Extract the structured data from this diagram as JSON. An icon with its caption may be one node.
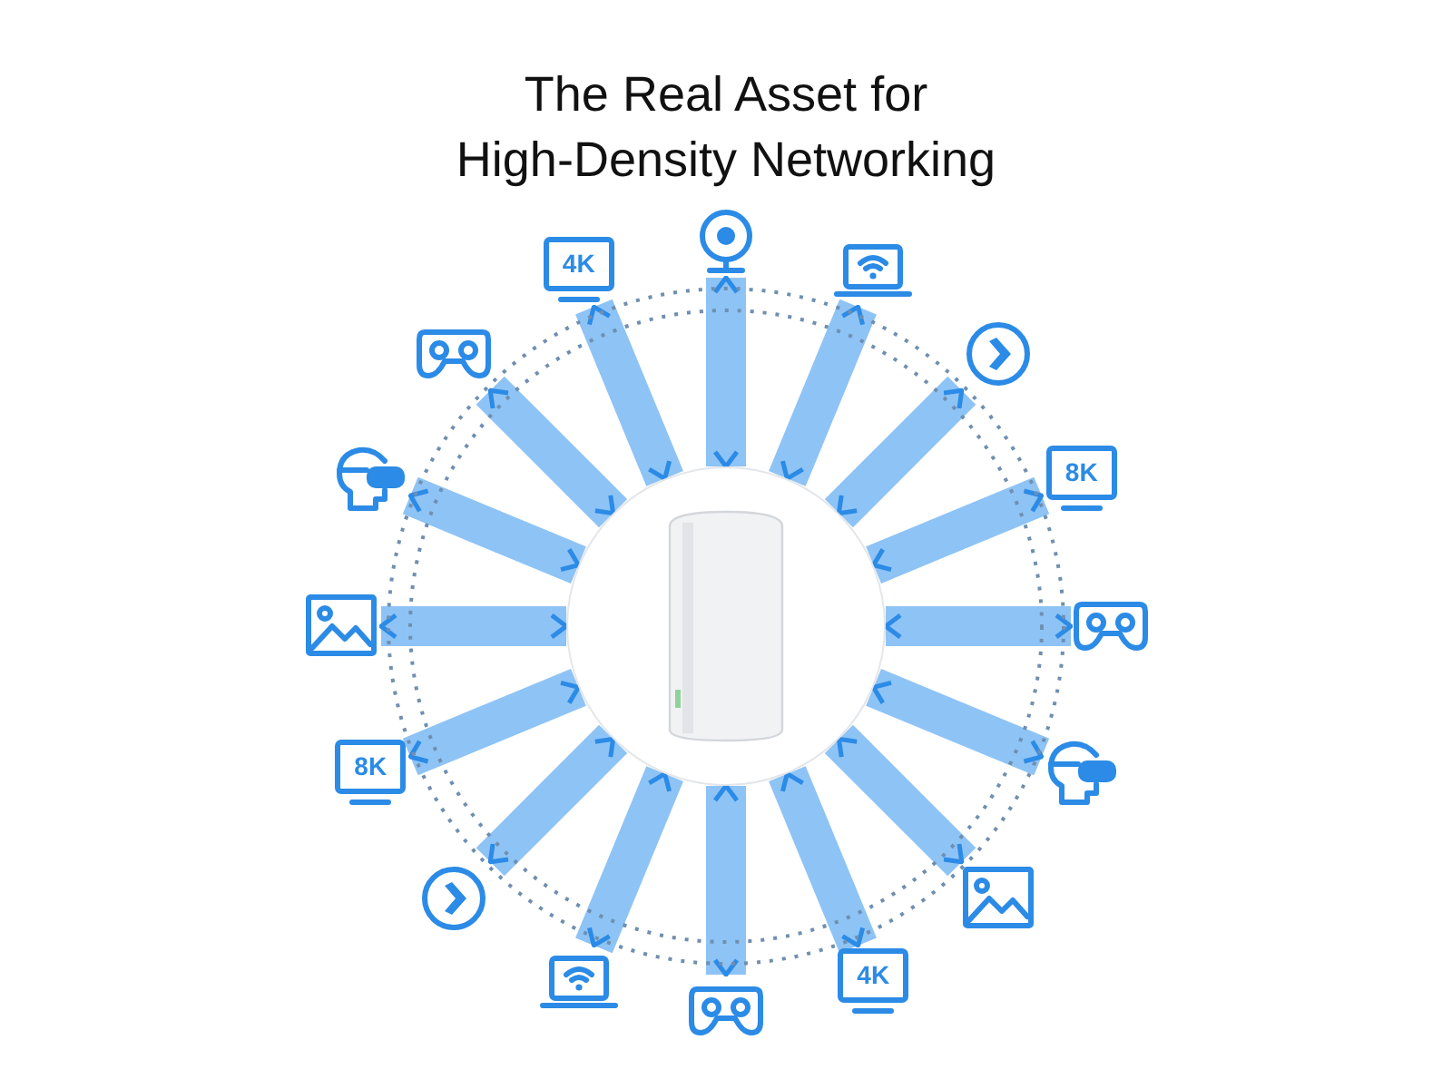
{
  "diagram": {
    "title": "The Real Asset for High-Density Networking",
    "nodes": [
      {
        "text": [],
        "shape": "picture"
      },
      {
        "text": [],
        "shape": "picture"
      },
      {
        "text": [
          "4K"
        ]
      },
      {
        "text": [],
        "shape": "picture"
      },
      {
        "text": [],
        "shape": "picture"
      },
      {
        "text": [],
        "shape": "picture"
      },
      {
        "text": [
          "8K"
        ]
      },
      {
        "text": [],
        "shape": "picture"
      },
      {
        "text": [],
        "shape": "picture"
      },
      {
        "text": [],
        "shape": "picture"
      },
      {
        "text": [],
        "shape": "picture"
      },
      {
        "text": [
          "8K"
        ]
      },
      {
        "text": [],
        "shape": "picture"
      },
      {
        "text": [],
        "shape": "picture"
      },
      {
        "text": [
          "4K"
        ]
      },
      {
        "text": [],
        "shape": "picture"
      },
      {
        "text": [],
        "shape": "picture"
      }
    ],
    "edges": [
      {
        "from": 0,
        "to": 1,
        "arrow": "both"
      },
      {
        "from": 0,
        "to": 2,
        "arrow": "both"
      },
      {
        "from": 0,
        "to": 3,
        "arrow": "both"
      },
      {
        "from": 0,
        "to": 4,
        "arrow": "both"
      },
      {
        "from": 0,
        "to": 5,
        "arrow": "both"
      },
      {
        "from": 0,
        "to": 6,
        "arrow": "both"
      },
      {
        "from": 0,
        "to": 7,
        "arrow": "both"
      },
      {
        "from": 0,
        "to": 8,
        "arrow": "both"
      },
      {
        "from": 0,
        "to": 9,
        "arrow": "both"
      },
      {
        "from": 0,
        "to": 10,
        "arrow": "both"
      },
      {
        "from": 0,
        "to": 11,
        "arrow": "both"
      },
      {
        "from": 0,
        "to": 12,
        "arrow": "both"
      },
      {
        "from": 0,
        "to": 13,
        "arrow": "both"
      },
      {
        "from": 0,
        "to": 14,
        "arrow": "both"
      },
      {
        "from": 0,
        "to": 15,
        "arrow": "both"
      },
      {
        "from": 0,
        "to": 16,
        "arrow": "both"
      }
    ]
  }
}
